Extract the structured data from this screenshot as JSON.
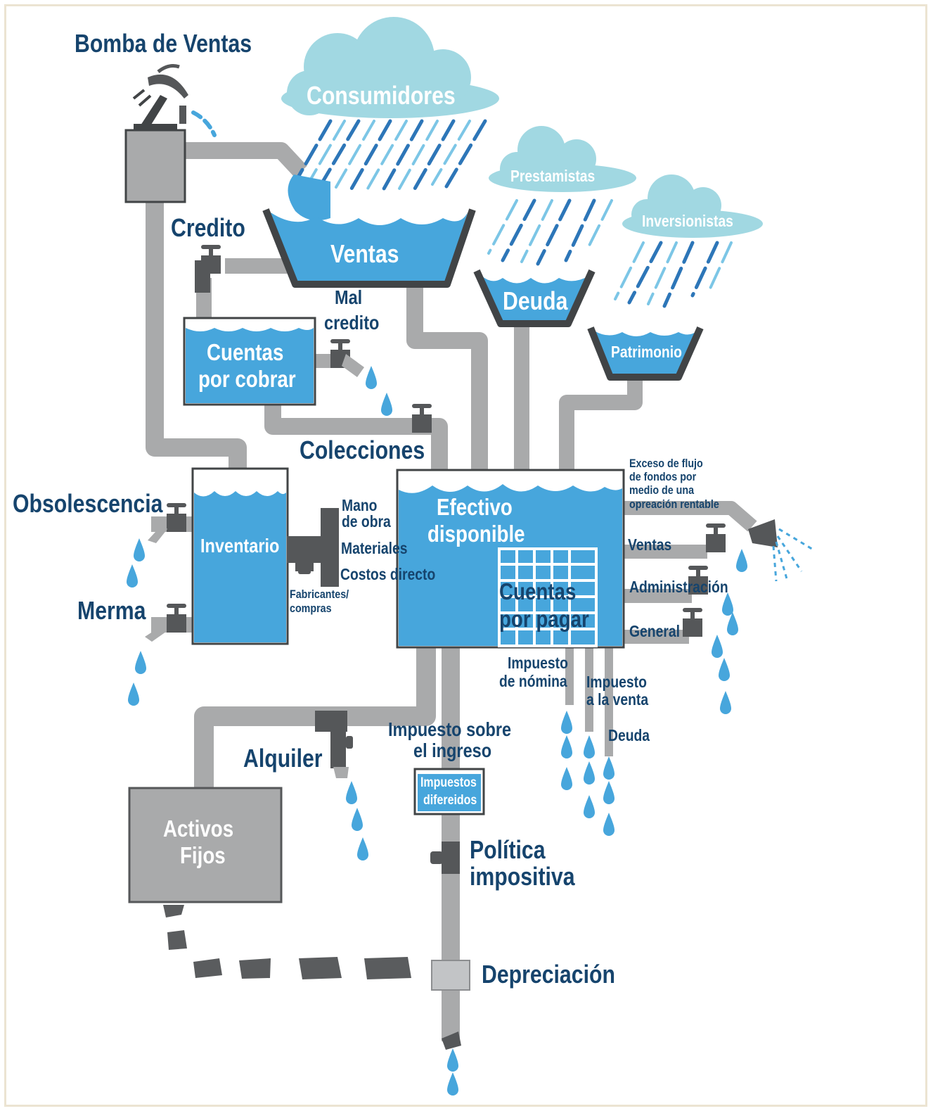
{
  "colors": {
    "pipe": "#a9aaab",
    "valve": "#555759",
    "water": "#47a6dc",
    "cloud": "#a1d8e2",
    "rain_dark": "#2d76b8",
    "rain_light": "#7cc6e6",
    "vessel_border": "#414446",
    "label_dark": "#16446d",
    "label_light": "#ffffff"
  },
  "labels": {
    "bomba_de_ventas": "Bomba de Ventas",
    "consumidores": "Consumidores",
    "prestamistas": "Prestamistas",
    "inversionistas": "Inversionistas",
    "credito": "Credito",
    "ventas_tank": "Ventas",
    "mal_credito_1": "Mal",
    "mal_credito_2": "credito",
    "deuda_tank": "Deuda",
    "patrimonio": "Patrimonio",
    "cuentas_por_cobrar_1": "Cuentas",
    "cuentas_por_cobrar_2": "por cobrar",
    "colecciones": "Colecciones",
    "obsolescencia": "Obsolescencia",
    "inventario": "Inventario",
    "merma": "Merma",
    "mano_de_obra_1": "Mano",
    "mano_de_obra_2": "de obra",
    "materiales": "Materiales",
    "costos_directo": "Costos directo",
    "fabricantes_1": "Fabricantes/",
    "fabricantes_2": "compras",
    "efectivo_1": "Efectivo",
    "efectivo_2": "disponible",
    "cuentas_por_pagar_1": "Cuentas",
    "cuentas_por_pagar_2": "por pagar",
    "exceso_1": "Exceso de flujo",
    "exceso_2": "de fondos por",
    "exceso_3": "medio de una",
    "exceso_4": "opreación rentable",
    "ventas_out": "Ventas",
    "administracion": "Administración",
    "general": "General",
    "impuesto_nomina_1": "Impuesto",
    "impuesto_nomina_2": "de nómina",
    "impuesto_venta_1": "Impuesto",
    "impuesto_venta_2": "a la venta",
    "deuda_out": "Deuda",
    "impuesto_ingreso_1": "Impuesto sobre",
    "impuesto_ingreso_2": "el ingreso",
    "alquiler": "Alquiler",
    "impuestos_diferidos_1": "Impuestos",
    "impuestos_diferidos_2": "difereidos",
    "activos_fijos_1": "Activos",
    "activos_fijos_2": "Fijos",
    "politica_1": "Política",
    "politica_2": "impositiva",
    "depreciacion": "Depreciación"
  }
}
